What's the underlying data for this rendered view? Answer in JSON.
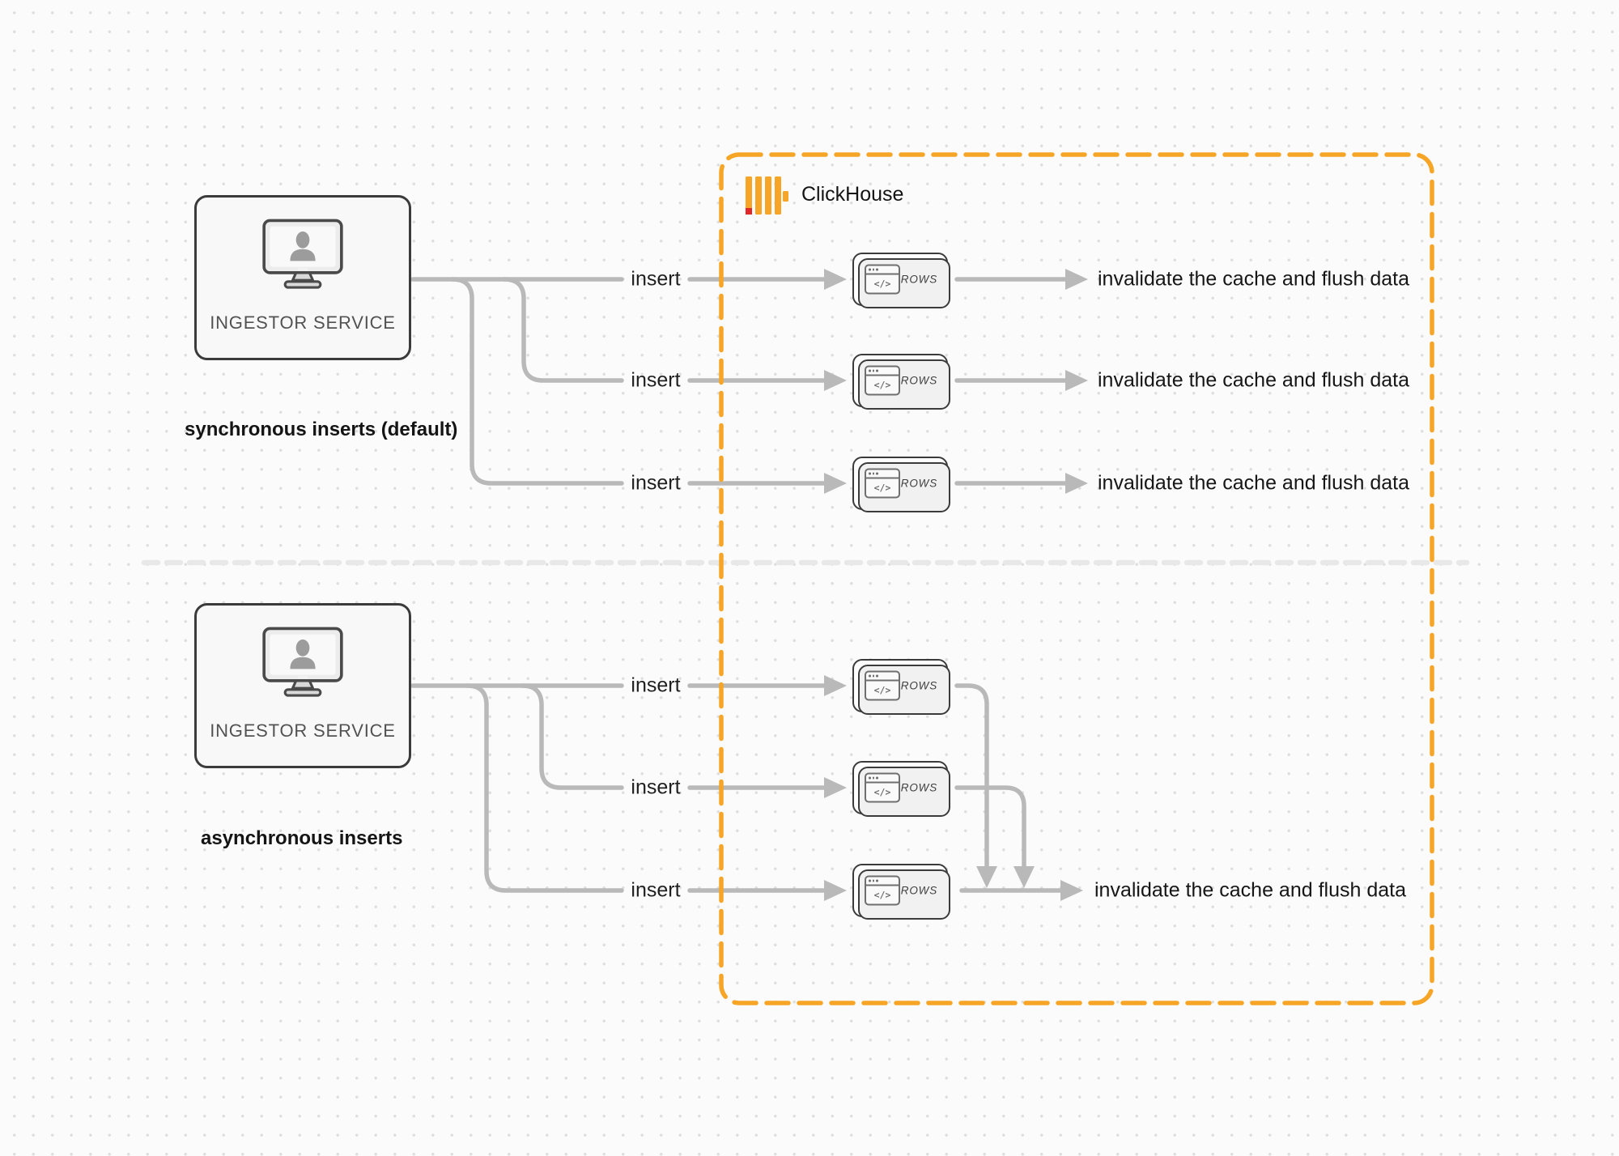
{
  "diagram": {
    "clickhouse": {
      "title": "ClickHouse"
    },
    "rows_card": {
      "label": "ROWS",
      "glyph": "</>"
    },
    "sync_section": {
      "service_label": "INGESTOR SERVICE",
      "caption": "synchronous inserts (default)",
      "rows": [
        {
          "insert": "insert",
          "result": "invalidate the cache and flush data"
        },
        {
          "insert": "insert",
          "result": "invalidate the cache and flush data"
        },
        {
          "insert": "insert",
          "result": "invalidate the cache and flush data"
        }
      ]
    },
    "async_section": {
      "service_label": "INGESTOR SERVICE",
      "caption": "asynchronous inserts",
      "rows": [
        {
          "insert": "insert"
        },
        {
          "insert": "insert"
        },
        {
          "insert": "insert",
          "result": "invalidate the cache and flush data"
        }
      ]
    }
  },
  "colors": {
    "accent_orange": "#F6A527",
    "logo_red": "#E02828",
    "connector_gray": "#B9B9B9",
    "divider_gray": "#E8E8E8",
    "card_border": "#3B3B3B"
  }
}
